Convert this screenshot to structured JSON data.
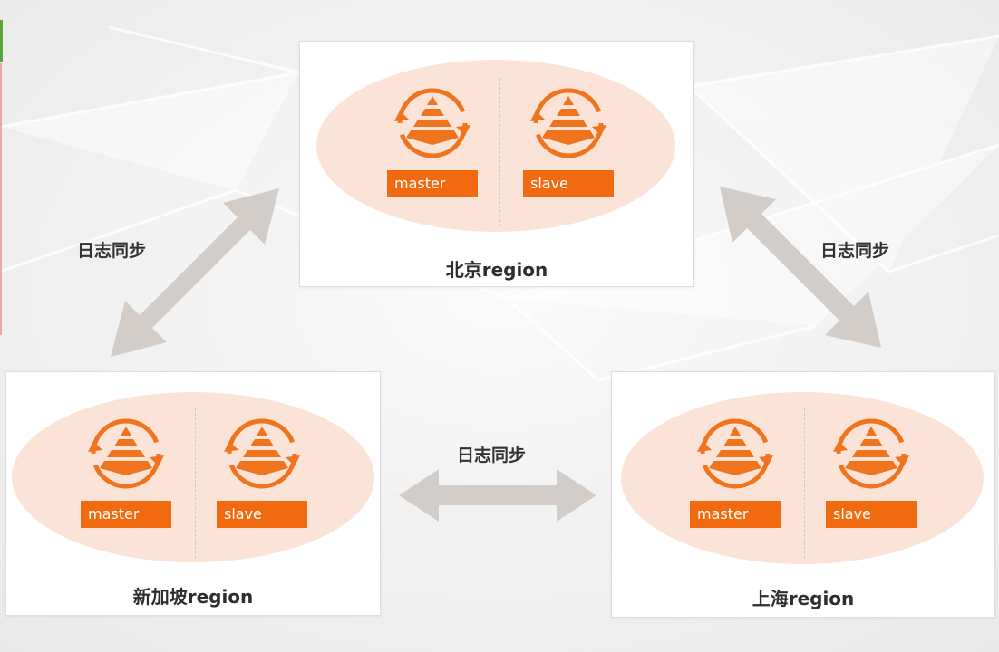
{
  "colors": {
    "accent": "#f0731e",
    "tag_bg": "#f26a10",
    "ellipse_fill": "#fbe4d7",
    "arrow": "#d2cdc8",
    "text": "#2e2e2e"
  },
  "icons": {
    "node": "pyramid-sync-icon",
    "connector": "double-headed-arrow"
  },
  "regions": [
    {
      "id": "beijing",
      "label": "北京region",
      "nodes": [
        "master",
        "slave"
      ]
    },
    {
      "id": "singapore",
      "label": "新加坡region",
      "nodes": [
        "master",
        "slave"
      ]
    },
    {
      "id": "shanghai",
      "label": "上海region",
      "nodes": [
        "master",
        "slave"
      ]
    }
  ],
  "links": [
    {
      "from": "beijing",
      "to": "singapore",
      "label": "日志同步"
    },
    {
      "from": "beijing",
      "to": "shanghai",
      "label": "日志同步"
    },
    {
      "from": "singapore",
      "to": "shanghai",
      "label": "日志同步"
    }
  ]
}
